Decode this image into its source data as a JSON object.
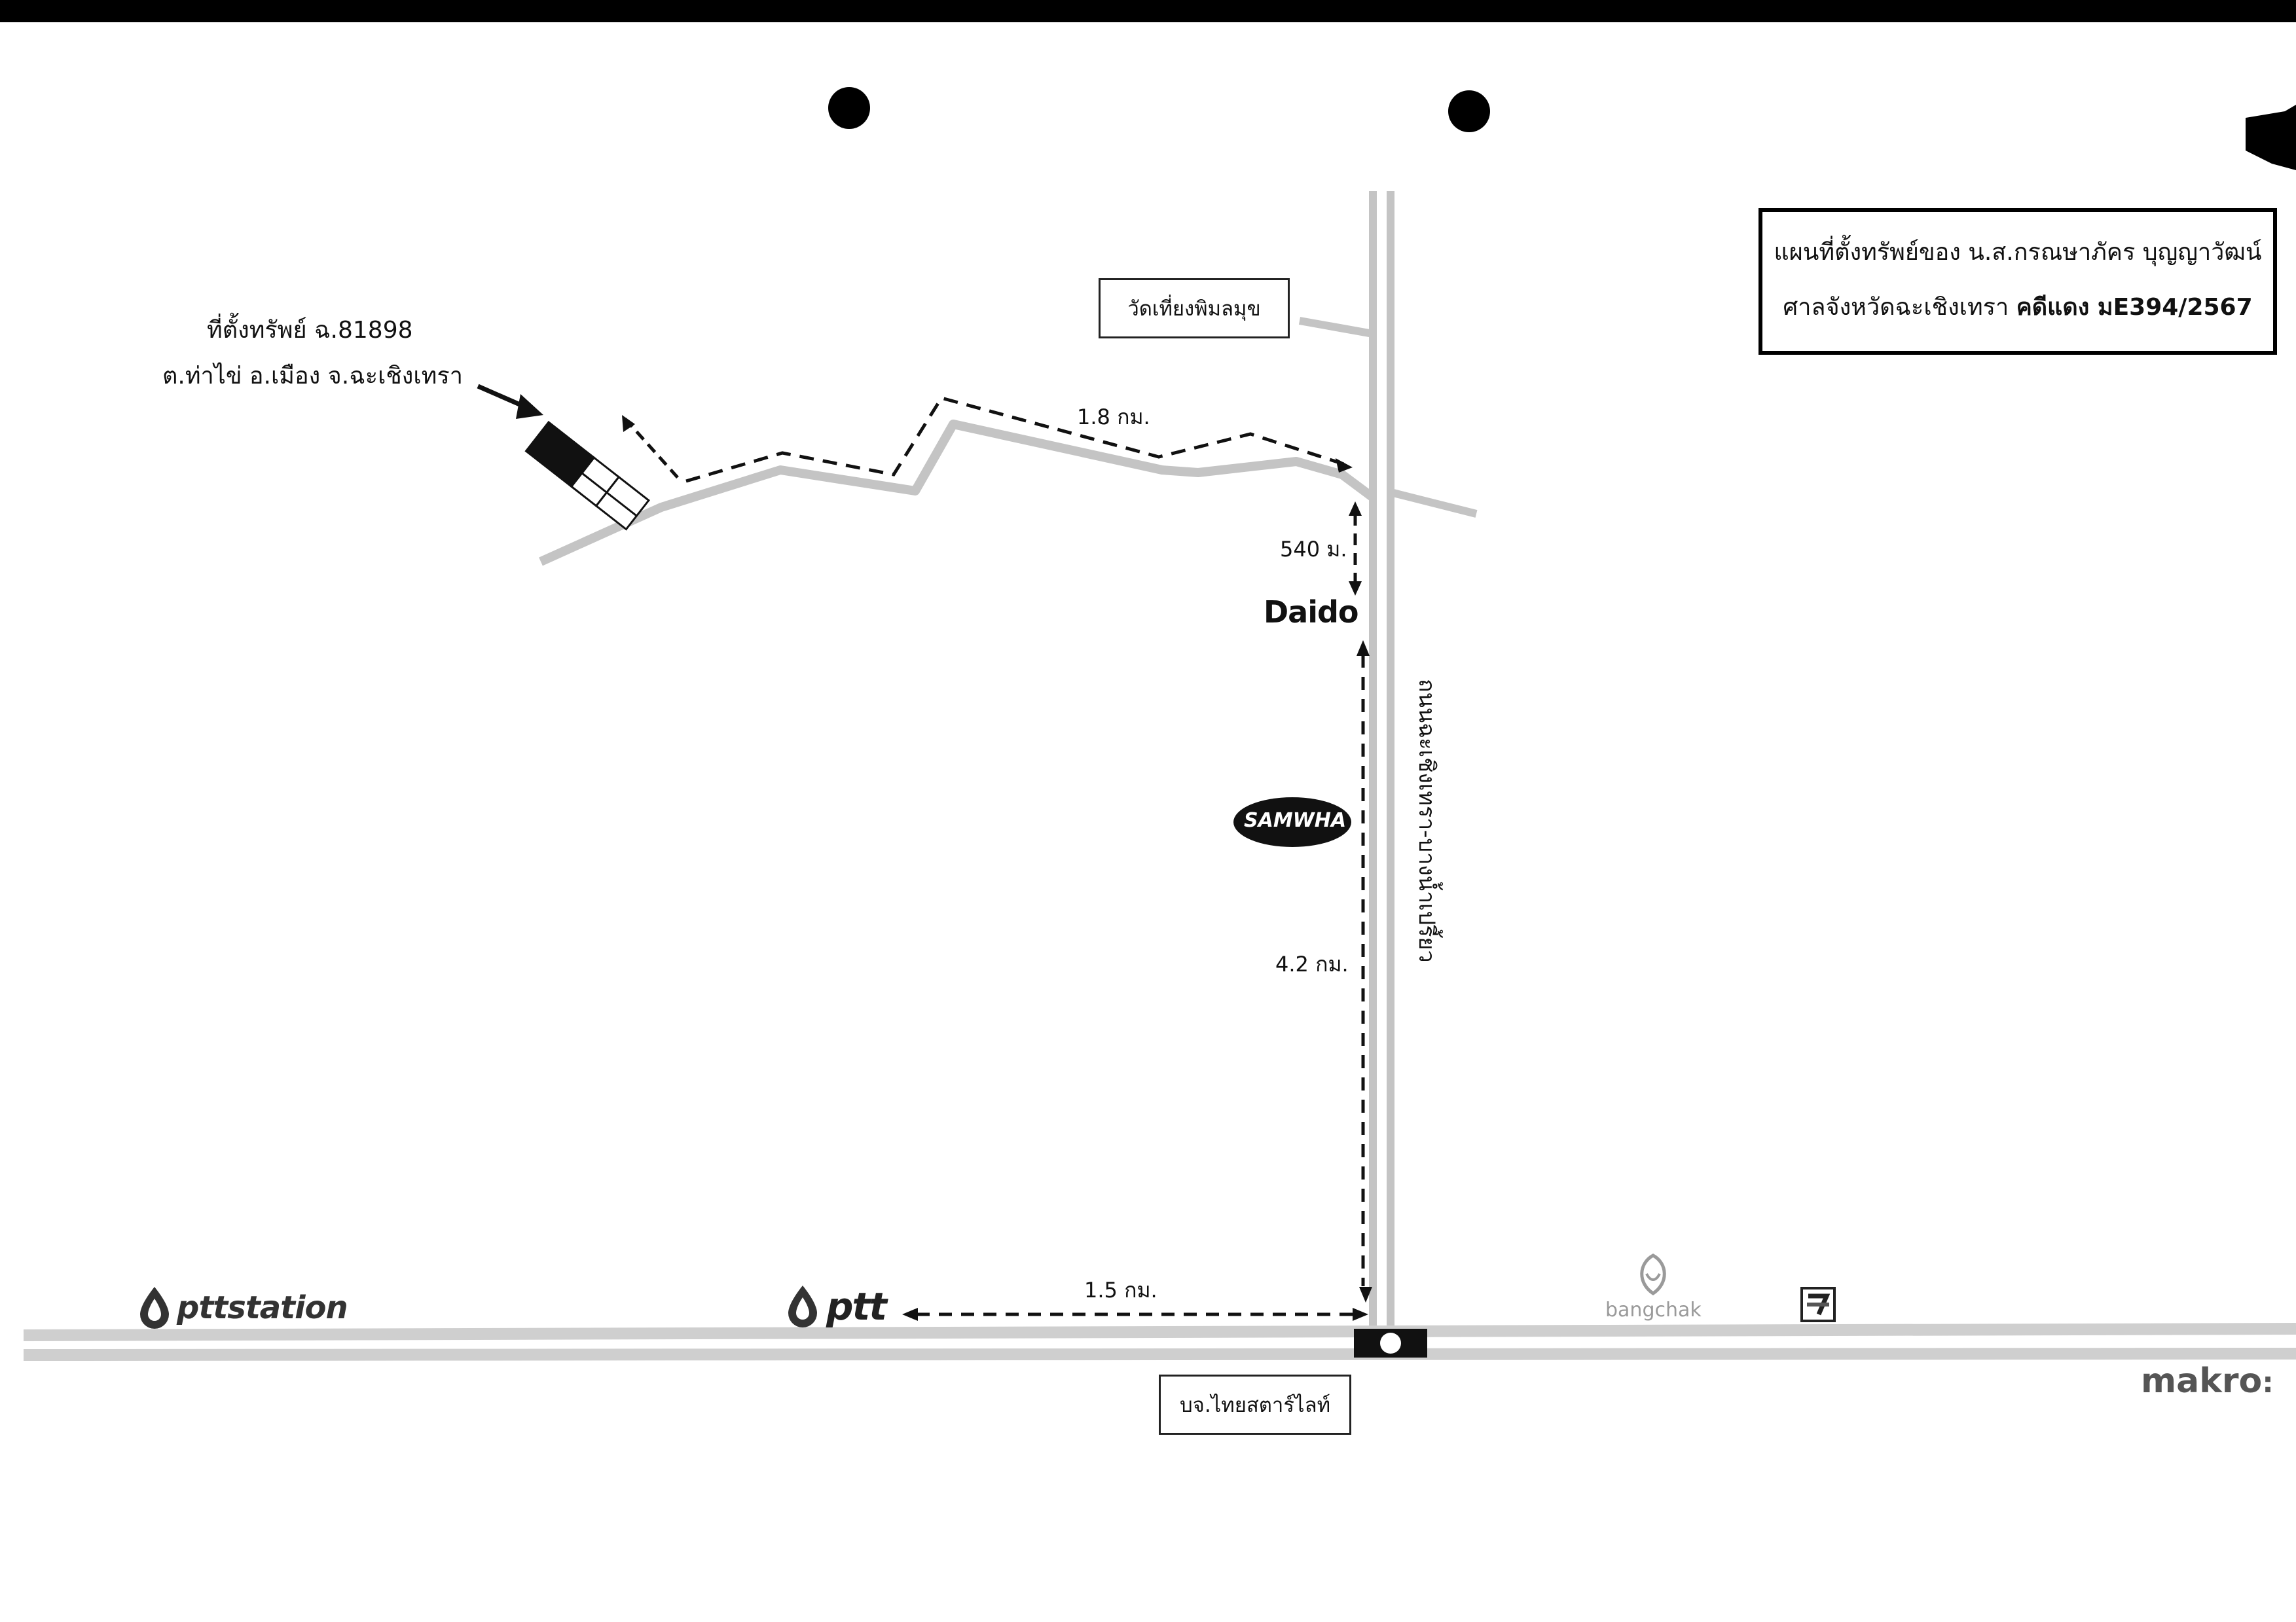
{
  "title_box": {
    "line1": "แผนที่ตั้งทรัพย์ของ น.ส.กรณษาภัคร บุญญาวัฒน์",
    "line2_prefix": "ศาลจังหวัดฉะเชิงเทรา",
    "line2_case": "คดีแดง มE394/2567"
  },
  "property": {
    "line1": "ที่ตั้งทรัพย์ ฉ.81898",
    "line2": "ต.ท่าไข่ อ.เมือง จ.ฉะเชิงเทรา"
  },
  "landmarks": {
    "temple": "วัดเที่ยงพิมลมุข",
    "company": "บจ.ไทยสตาร์ไลท์",
    "road_name": "ถนนฉะเชิงเทรา-บางน้ำเปรี้ยว"
  },
  "distances": {
    "d1": "1.8 กม.",
    "d2": "540 ม.",
    "d3": "4.2 กม.",
    "d4": "1.5 กม."
  },
  "brands": {
    "daido": "Daido",
    "samwha": "SAMWHA",
    "ptt_station": "pttstation",
    "ptt": "ptt",
    "bangchak": "bangchak",
    "makro": "makro"
  },
  "colors": {
    "road": "#c4c4c4",
    "road_outline": "#9a9a9a",
    "route": "#111111",
    "text": "#111111"
  }
}
